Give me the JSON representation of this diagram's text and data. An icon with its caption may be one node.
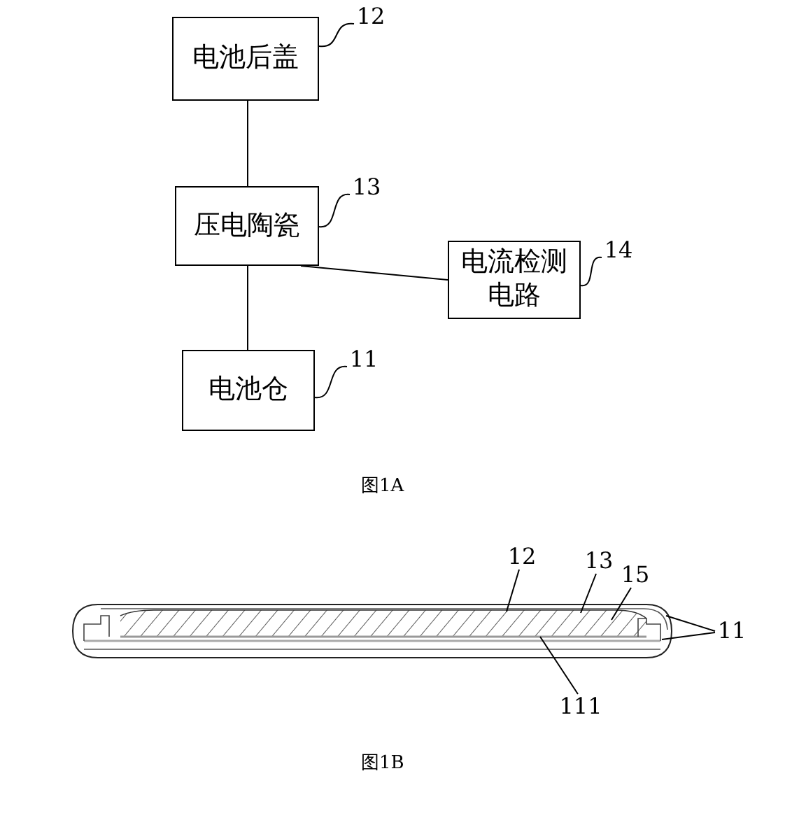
{
  "diagram": {
    "nodes": [
      {
        "text": [
          "电池后盖"
        ]
      },
      {
        "text": [
          "12"
        ]
      },
      {
        "text": [
          "压电陶瓷"
        ]
      },
      {
        "text": [
          "13"
        ]
      },
      {
        "text": [
          "电流检测电路"
        ]
      },
      {
        "text": [
          "14"
        ]
      },
      {
        "text": [
          "电池仓"
        ]
      },
      {
        "text": [
          "11"
        ]
      },
      {
        "text": [
          "12"
        ]
      },
      {
        "text": [
          "13"
        ]
      },
      {
        "text": [
          "15"
        ]
      },
      {
        "text": [
          "11"
        ]
      },
      {
        "text": [
          "111"
        ]
      }
    ],
    "edges": [
      {
        "from": 0,
        "to": 2,
        "arrow": "none"
      },
      {
        "from": 2,
        "to": 6,
        "arrow": "none"
      },
      {
        "from": 2,
        "to": 4,
        "arrow": "none"
      },
      {
        "from": 1,
        "to": 0,
        "arrow": "none"
      },
      {
        "from": 3,
        "to": 2,
        "arrow": "none"
      },
      {
        "from": 5,
        "to": 4,
        "arrow": "none"
      },
      {
        "from": 7,
        "to": 6,
        "arrow": "none"
      },
      {
        "from": 8,
        "to": null,
        "arrow": "none"
      },
      {
        "from": 9,
        "to": null,
        "arrow": "none"
      },
      {
        "from": 10,
        "to": null,
        "arrow": "none"
      },
      {
        "from": 11,
        "to": null,
        "arrow": "none"
      },
      {
        "from": 11,
        "to": null,
        "arrow": "none"
      },
      {
        "from": 12,
        "to": null,
        "arrow": "none"
      }
    ],
    "labels": [
      "图1A",
      "图1B"
    ]
  }
}
